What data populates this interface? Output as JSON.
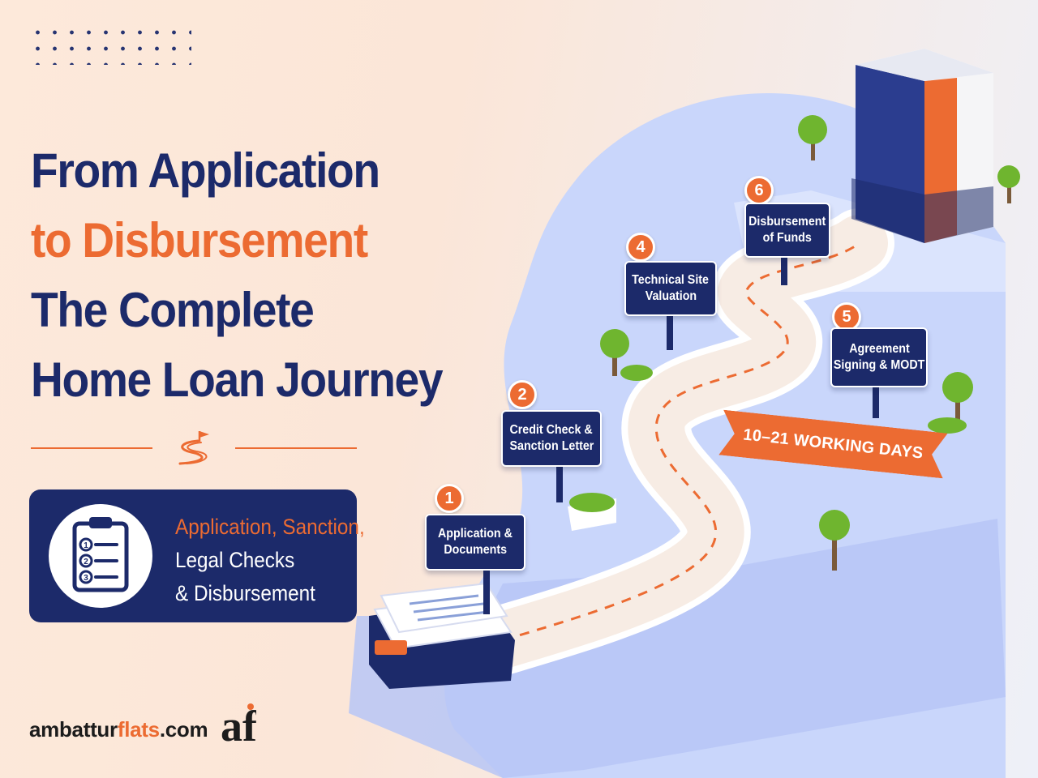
{
  "headline": {
    "line1": "From Application",
    "line2": "to Disbursement",
    "line3": "The Complete",
    "line4": "Home Loan Journey"
  },
  "info_card": {
    "line1": "Application, Sanction,",
    "line2": "Legal Checks",
    "line3": "& Disbursement",
    "checklist_numbers": [
      "1",
      "2",
      "3"
    ]
  },
  "steps": [
    {
      "number": "1",
      "line1": "Application &",
      "line2": "Documents"
    },
    {
      "number": "2",
      "line1": "Credit Check &",
      "line2": "Sanction Letter"
    },
    {
      "number": "4",
      "line1": "Technical Site",
      "line2": "Valuation"
    },
    {
      "number": "5",
      "line1": "Agreement",
      "line2": "Signing & MODT"
    },
    {
      "number": "6",
      "line1": "Disbursement",
      "line2": "of Funds"
    }
  ],
  "ribbon": {
    "label": "10–21 WORKING DAYS"
  },
  "brand": {
    "name_part1": "ambattur",
    "name_part2": "flats",
    "name_part3": ".com",
    "logo_letter": "af"
  },
  "colors": {
    "navy": "#1c2a6a",
    "orange": "#ec6b32",
    "platform": "#c9d6fb",
    "road": "#f7ece4",
    "tree": "#6fb52f"
  }
}
